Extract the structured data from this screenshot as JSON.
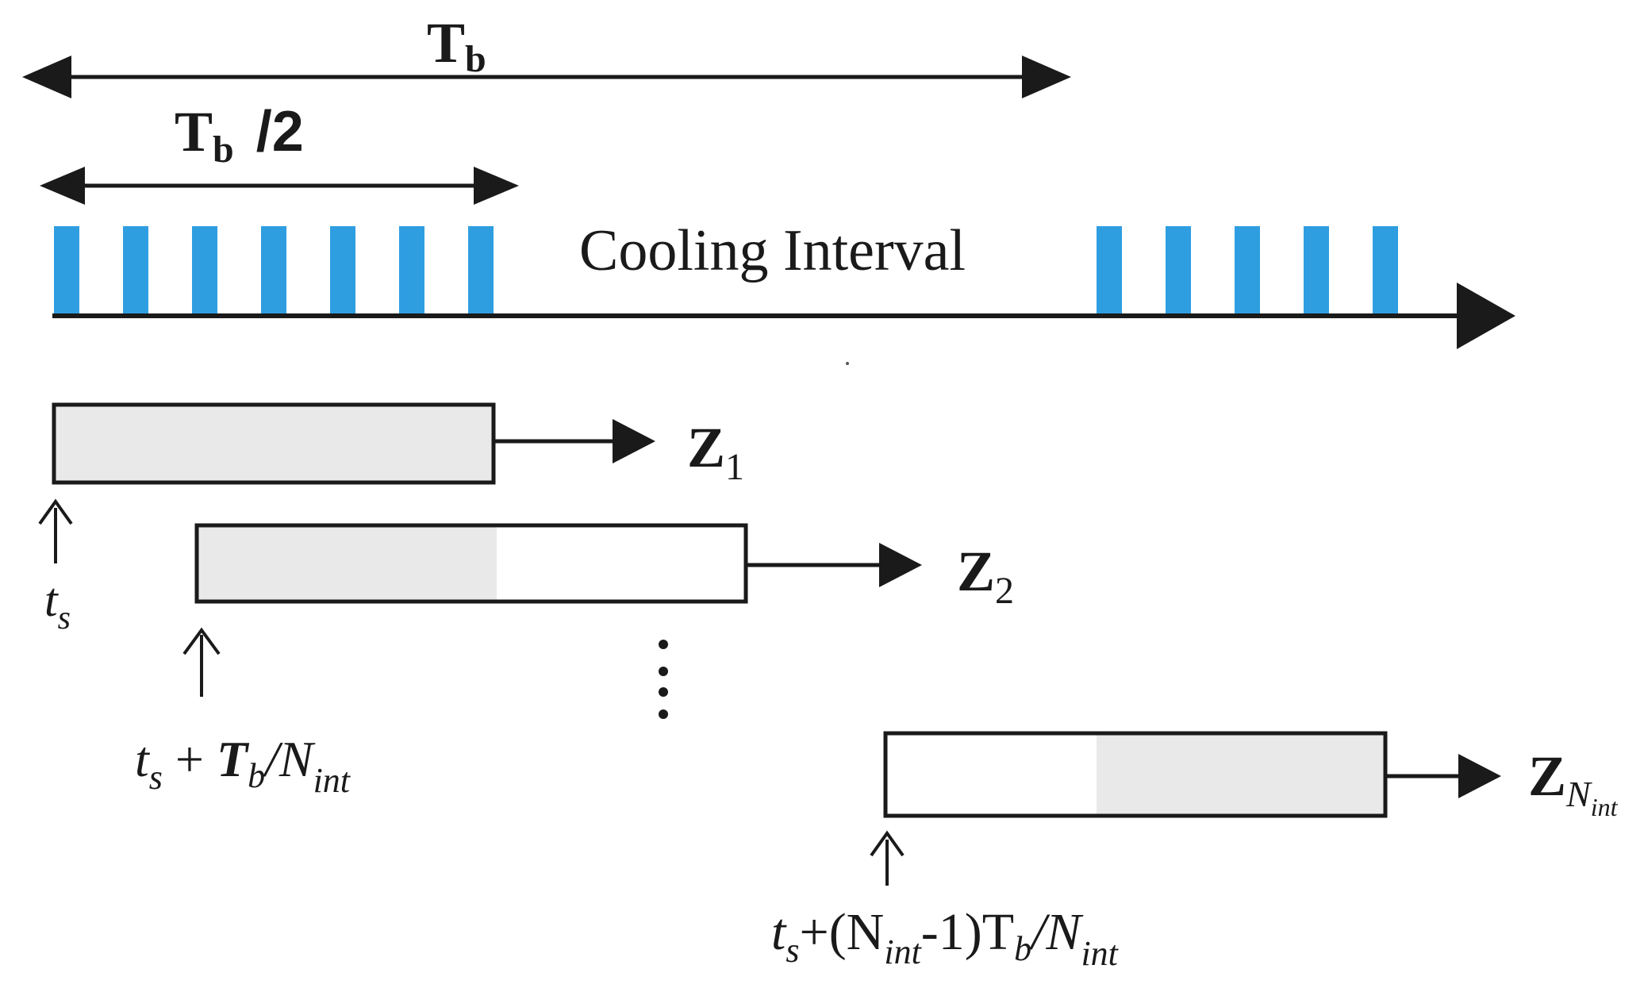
{
  "labels": {
    "tb_main": "T",
    "tb_main_sub": "b",
    "tb_half_main": "T",
    "tb_half_sub": "b",
    "tb_half_suffix": "/2",
    "cooling_interval": "Cooling Interval",
    "z1_main": "Z",
    "z1_sub": "1",
    "z2_main": "Z",
    "z2_sub": "2",
    "zn_main": "Z",
    "zn_sub": "N",
    "zn_subsub": "int",
    "ts_main": "t",
    "ts_sub": "s",
    "ts2_t": "t",
    "ts2_s": "s",
    "ts2_plus": " + ",
    "ts2_T": "T",
    "ts2_b": "b",
    "ts2_slashN": "/N",
    "ts2_int": "int",
    "tsn_t": "t",
    "tsn_s": "s",
    "tsn_open": "+(N",
    "tsn_int1": "int",
    "tsn_minus": "-1)T",
    "tsn_b": "b",
    "tsn_slashN": "/N",
    "tsn_int2": "int"
  },
  "colors": {
    "pulse": "#2f9ee0",
    "window_fill": "#e8e9e8",
    "ink": "#1a1a1a"
  },
  "pulse_groups": [
    {
      "name": "pulse-group-first",
      "count": 7
    },
    {
      "name": "pulse-group-second",
      "count": 5
    }
  ]
}
